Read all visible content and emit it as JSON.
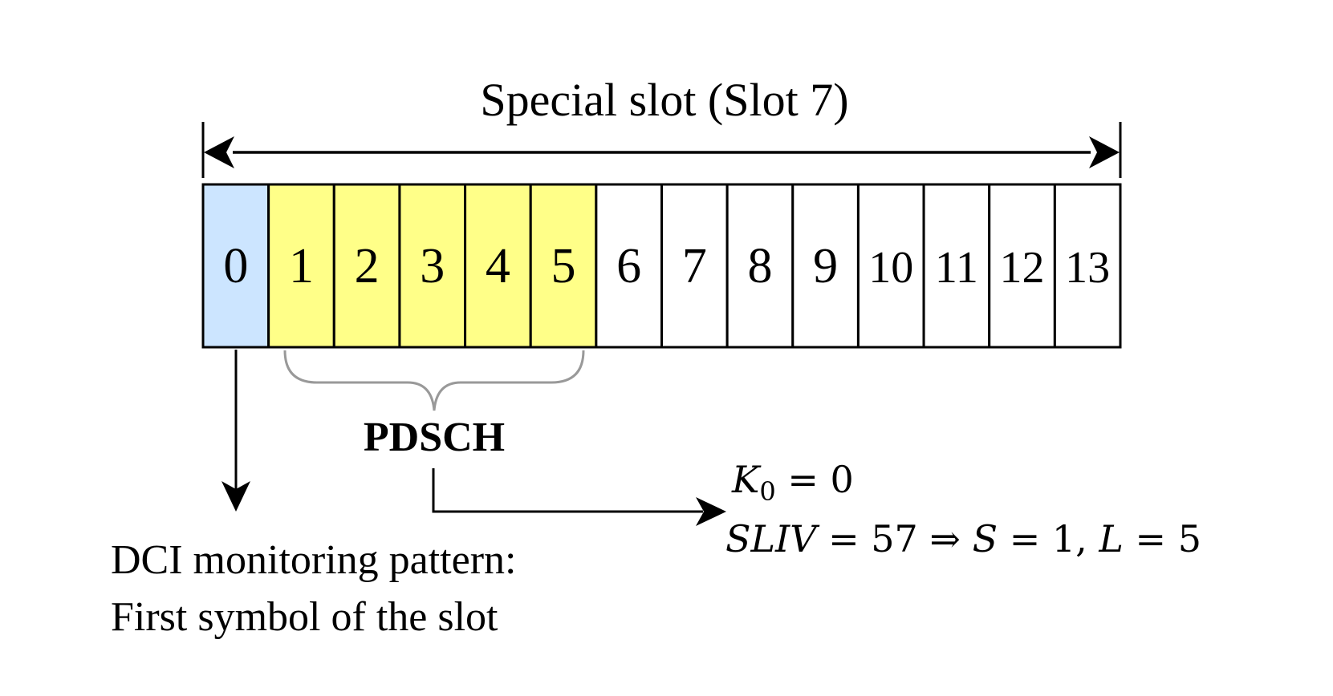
{
  "title": "Special slot (Slot 7)",
  "symbols": [
    {
      "label": "0",
      "kind": "dci"
    },
    {
      "label": "1",
      "kind": "pdsch"
    },
    {
      "label": "2",
      "kind": "pdsch"
    },
    {
      "label": "3",
      "kind": "pdsch"
    },
    {
      "label": "4",
      "kind": "pdsch"
    },
    {
      "label": "5",
      "kind": "pdsch"
    },
    {
      "label": "6",
      "kind": "empty"
    },
    {
      "label": "7",
      "kind": "empty"
    },
    {
      "label": "8",
      "kind": "empty"
    },
    {
      "label": "9",
      "kind": "empty"
    },
    {
      "label": "10",
      "kind": "empty"
    },
    {
      "label": "11",
      "kind": "empty"
    },
    {
      "label": "12",
      "kind": "empty"
    },
    {
      "label": "13",
      "kind": "empty"
    }
  ],
  "colors": {
    "dci": "#cce5ff",
    "pdsch": "#ffff88",
    "empty": "#ffffff",
    "stroke": "#000000",
    "brace": "#999999"
  },
  "pdsch_label": "PDSCH",
  "dci_label": {
    "line1": "DCI monitoring pattern:",
    "line2": "First symbol of the slot"
  },
  "params": {
    "k0_var": "K",
    "k0_sub": "0",
    "k0_rest": " = 0",
    "sliv_var": "SLIV",
    "sliv_mid": " = 57 ⇒ ",
    "s_var": "S",
    "s_mid": " = 1, ",
    "l_var": "L",
    "l_rest": " = 5"
  }
}
